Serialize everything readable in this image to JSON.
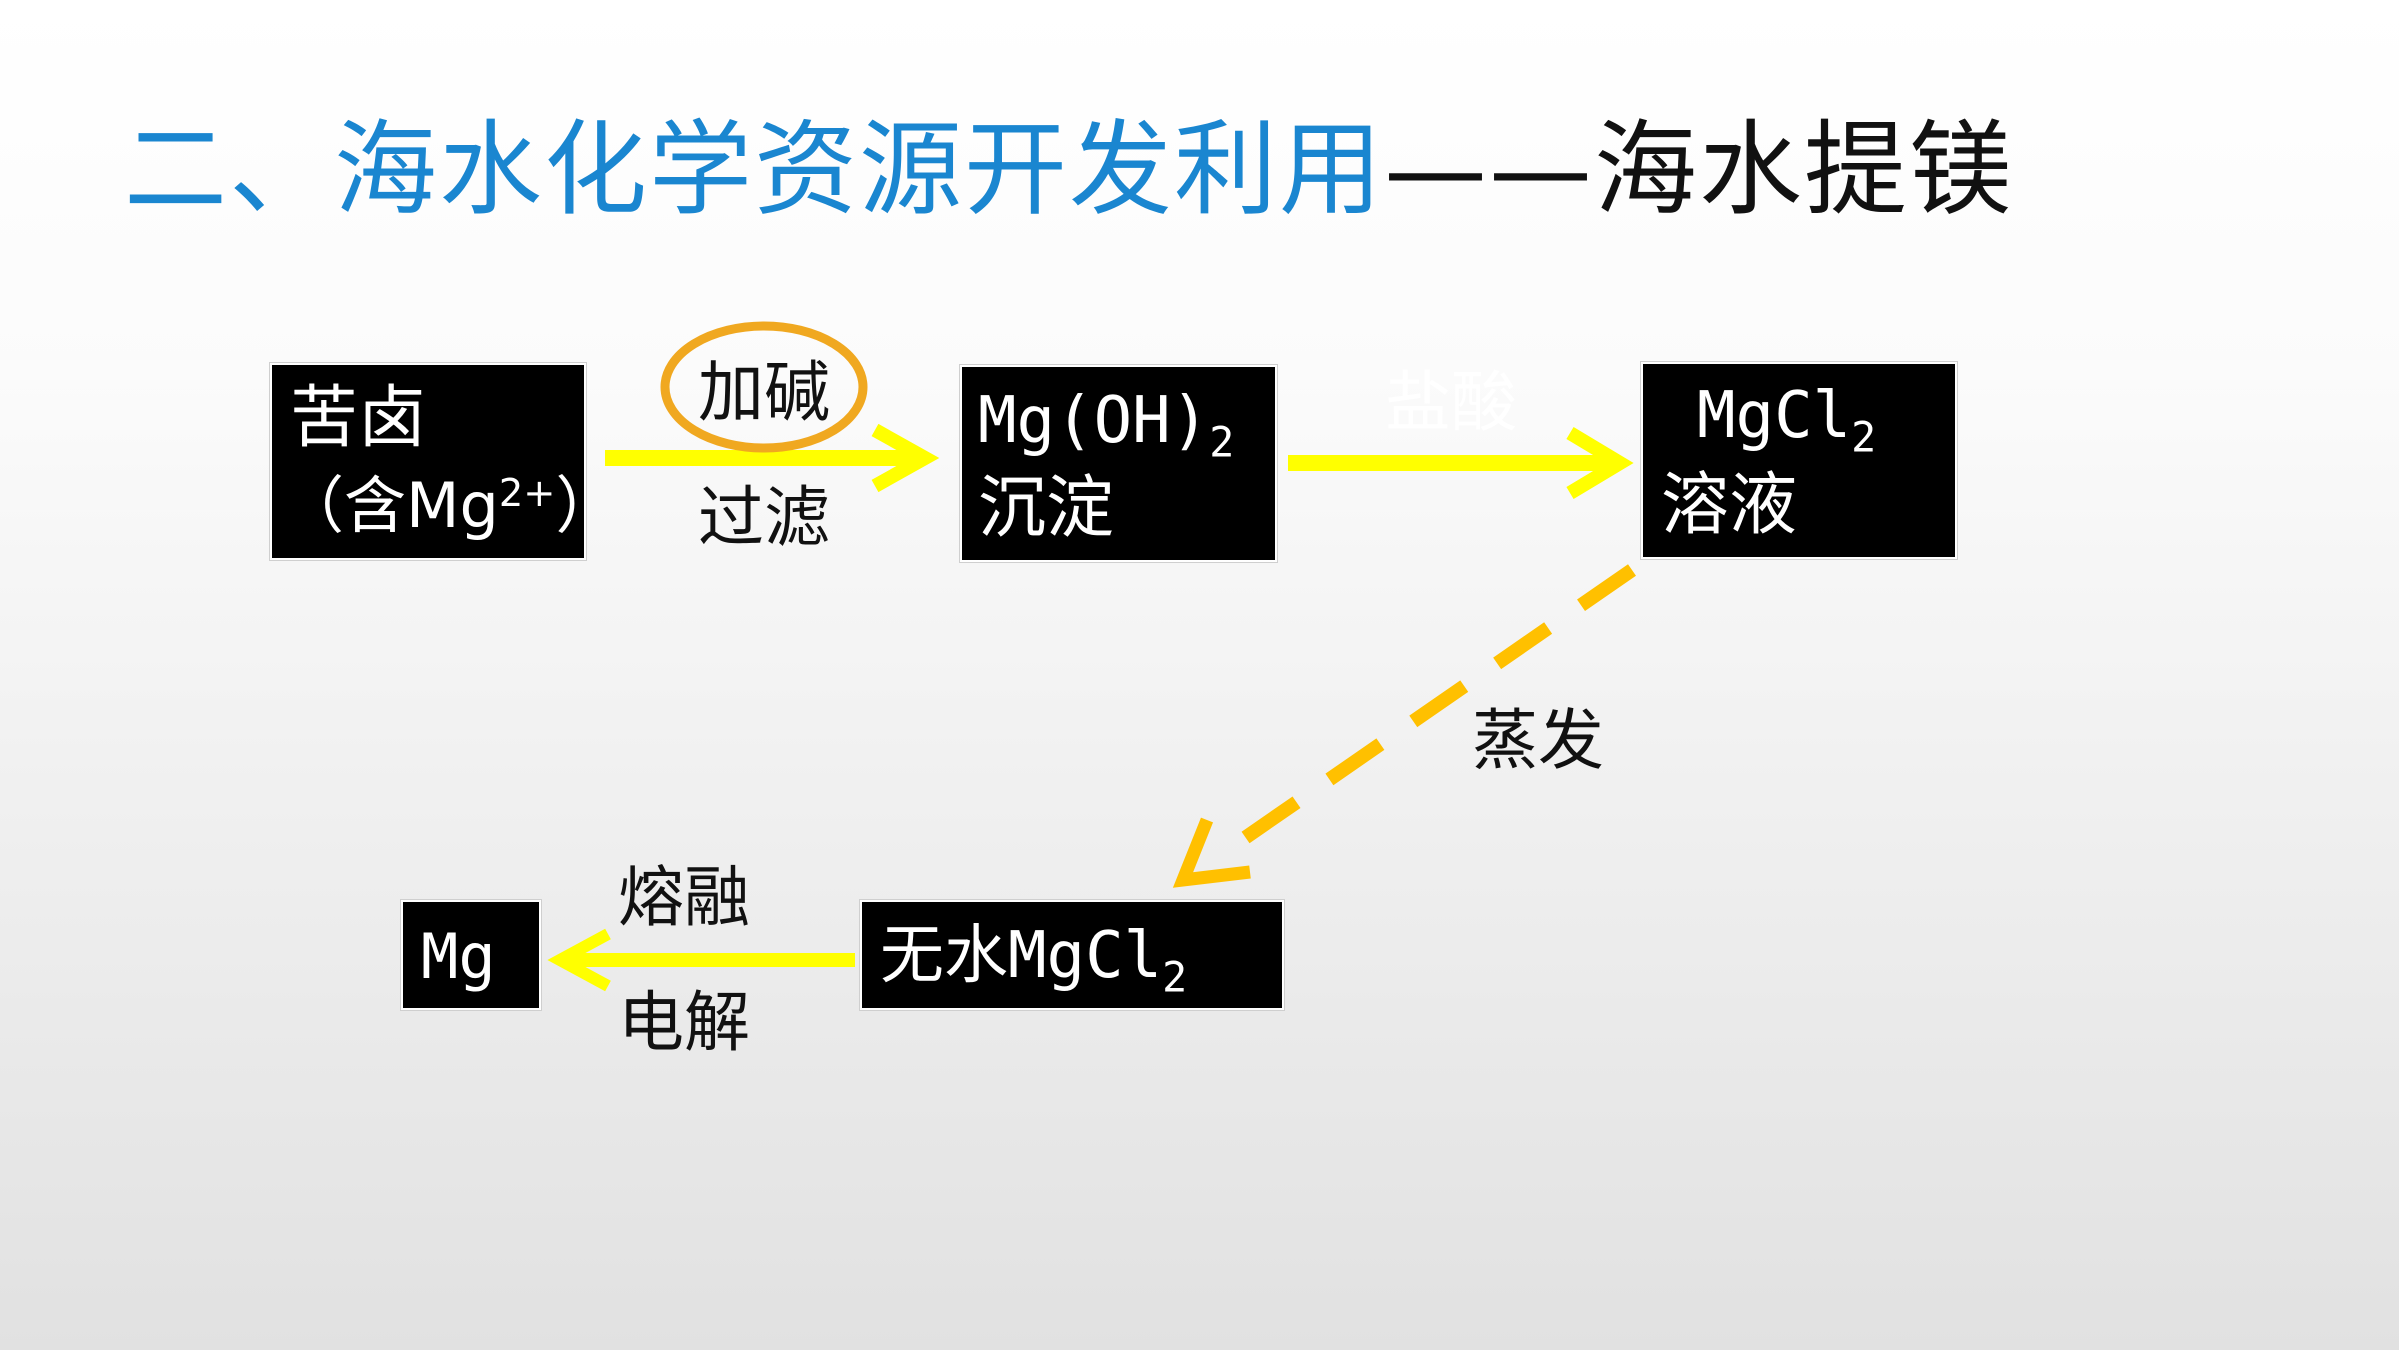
{
  "title": {
    "part1": "二、海水化学资源开发利用",
    "part2": "——海水提镁",
    "colors": {
      "blue": "#1a86d0",
      "black": "#111111"
    }
  },
  "colors": {
    "arrow_yellow": "#ffff00",
    "dash_orange": "#ffc000",
    "highlight_ring": "#f0a820",
    "box_fill": "#000000",
    "box_text": "#ffffff"
  },
  "nodes": {
    "brine": {
      "line1": "苦卤",
      "line2_prefix": "（含Mg",
      "line2_sup": "2+",
      "line2_suffix": "）"
    },
    "hydroxide": {
      "line1_main": "Mg(OH)",
      "line1_sub": "2",
      "line2": "沉淀"
    },
    "chloride_solution": {
      "line1_main": "MgCl",
      "line1_sub": "2",
      "line2": "溶液"
    },
    "anhydrous": {
      "prefix": "无水",
      "main": "MgCl",
      "sub": "2"
    },
    "magnesium": {
      "text": "Mg"
    }
  },
  "edges": {
    "add_base": "加碱",
    "filter": "过滤",
    "hydrochloric_acid": "盐酸",
    "evaporate": "蒸发",
    "molten": "熔融",
    "electrolysis": "电解"
  }
}
